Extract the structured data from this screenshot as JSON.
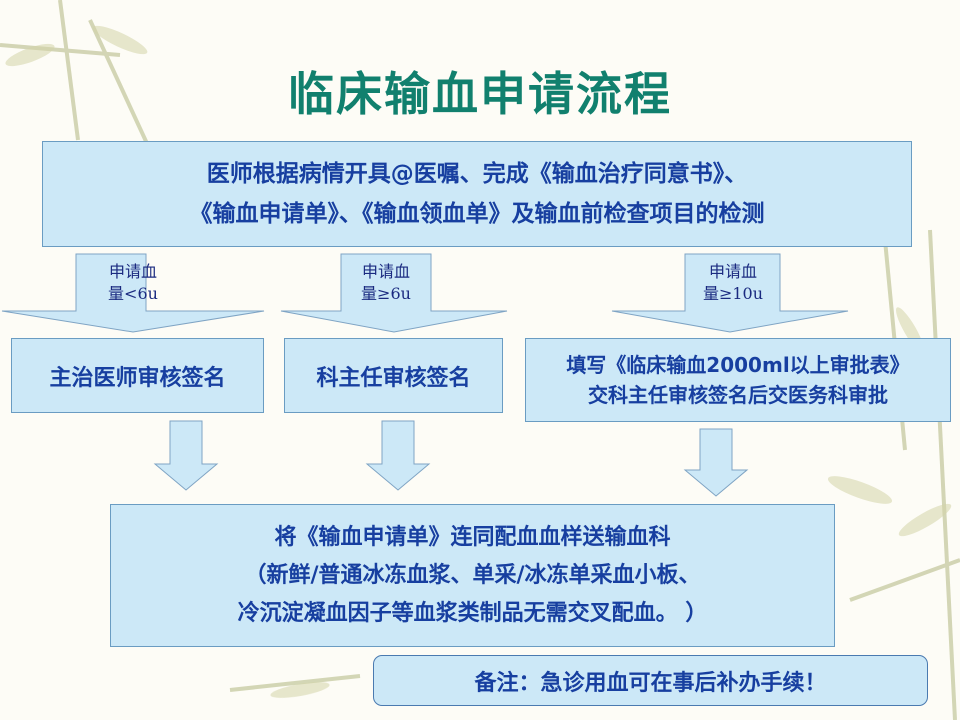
{
  "title": "临床输血申请流程",
  "top_box": {
    "line1": "医师根据病情开具@医嘱、完成《输血治疗同意书》、",
    "line2": "《输血申请单》、《输血领血单》及输血前检查项目的检测"
  },
  "branches": [
    {
      "condition_line1": "申请血",
      "condition_line2": "量<6u",
      "action_line1": "主治医师审核签名"
    },
    {
      "condition_line1": "申请血",
      "condition_line2": "量≥6u",
      "action_line1": "科主任审核签名"
    },
    {
      "condition_line1": "申请血",
      "condition_line2": "量≥10u",
      "action_line1": "填写《临床输血2000ml以上审批表》",
      "action_line2": "交科主任审核签名后交医务科审批"
    }
  ],
  "bottom_box": {
    "line1": "将《输血申请单》连同配血血样送输血科",
    "line2": "（新鲜/普通冰冻血浆、单采/冰冻单采血小板、",
    "line3": "冷沉淀凝血因子等血浆类制品无需交叉配血。 ）"
  },
  "note": "备注：急诊用血可在事后补办手续！",
  "colors": {
    "title": "#11806e",
    "box_fill": "#cce8f7",
    "box_border": "#6a9cc2",
    "box_text": "#173fa0"
  }
}
